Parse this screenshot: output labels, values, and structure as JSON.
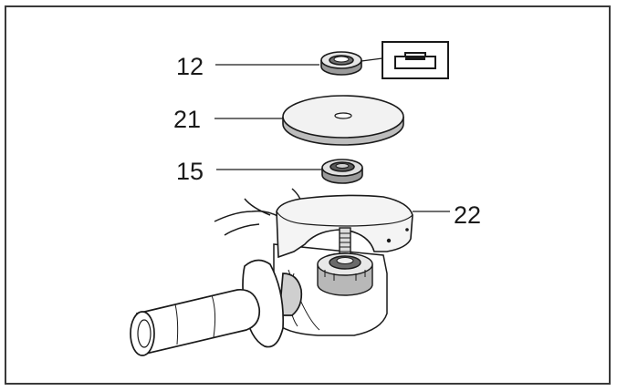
{
  "diagram": {
    "labels": {
      "part_12": "12",
      "part_21": "21",
      "part_15": "15",
      "part_22": "22"
    },
    "colors": {
      "ink": "#1a1a1a",
      "frame": "#3a3a3a",
      "shade": "#9a9a9a",
      "light": "#d9d9d9"
    }
  }
}
